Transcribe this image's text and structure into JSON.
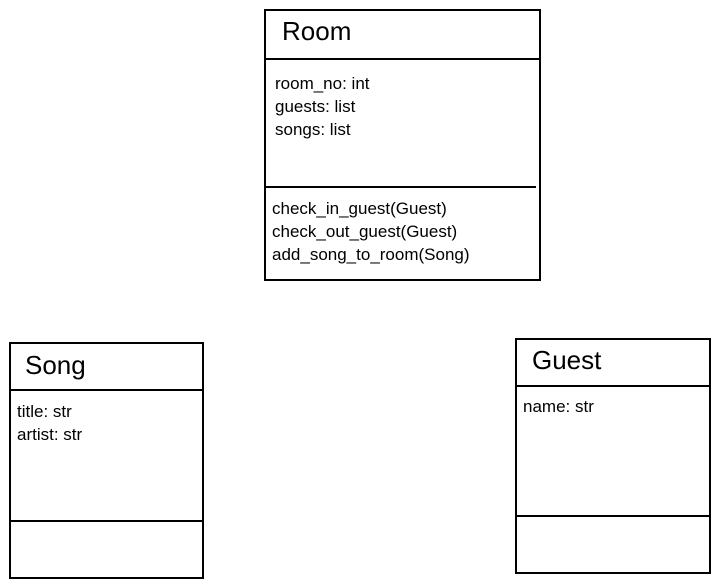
{
  "diagram": {
    "classes": {
      "room": {
        "name": "Room",
        "attributes": [
          "room_no: int",
          "guests: list",
          "songs: list"
        ],
        "methods": [
          "check_in_guest(Guest)",
          "check_out_guest(Guest)",
          "add_song_to_room(Song)"
        ]
      },
      "song": {
        "name": "Song",
        "attributes": [
          "title: str",
          "artist: str"
        ],
        "methods": []
      },
      "guest": {
        "name": "Guest",
        "attributes": [
          "name: str"
        ],
        "methods": []
      }
    }
  }
}
